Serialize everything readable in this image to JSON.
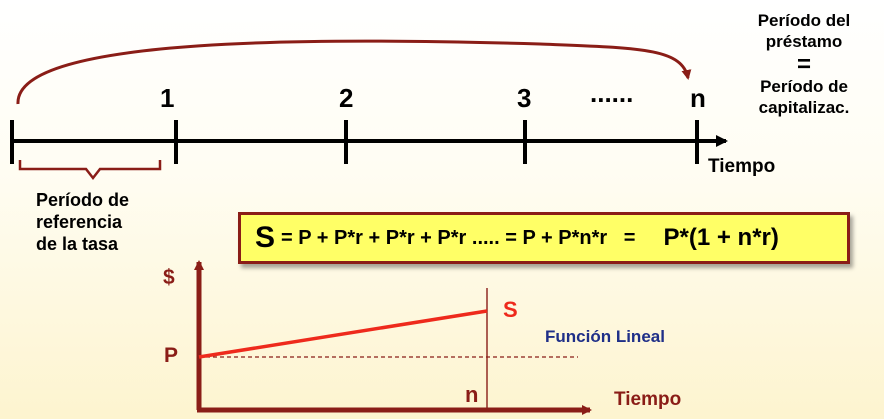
{
  "timeline": {
    "ticks": [
      "1",
      "2",
      "3",
      "n"
    ],
    "dots": "......",
    "axis_label": "Tiempo"
  },
  "loan_period": {
    "line1": "Período del",
    "line2": "préstamo",
    "equals": "=",
    "line3": "Período de",
    "line4": "capitalizac."
  },
  "reference_period": {
    "line1": "Período de",
    "line2": "referencia",
    "line3": "de la tasa"
  },
  "formula": {
    "lhs": "S",
    "expression": "= P + P*r + P*r + P*r ..... = P + P*n*r   =",
    "result": "P*(1 + n*r)"
  },
  "graph": {
    "y_label": "$",
    "p_label": "P",
    "s_label": "S",
    "n_label": "n",
    "x_label": "Tiempo",
    "line_name": "Función Lineal"
  },
  "colors": {
    "dark_red": "#8a1d17",
    "bright_red": "#ee2a1c",
    "navy": "#1f2f88",
    "box_yellow": "#ffff66"
  }
}
